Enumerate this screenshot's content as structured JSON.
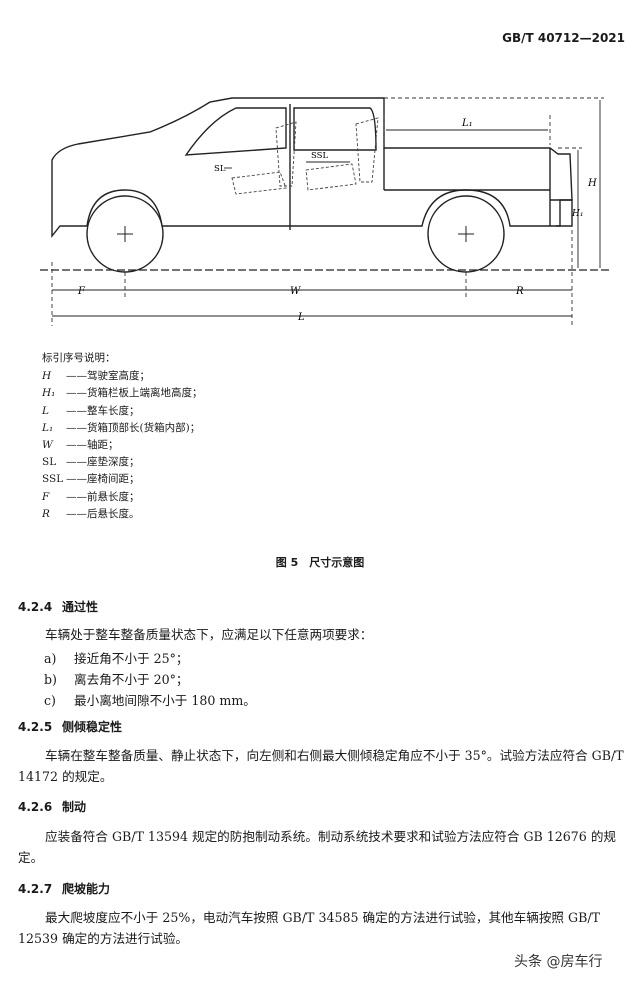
{
  "header": {
    "standard_code": "GB/T 40712—2021"
  },
  "diagram": {
    "labels": {
      "L1": "L₁",
      "SSL": "SSL",
      "SL": "SL",
      "H": "H",
      "H1": "H₁",
      "F": "F",
      "W": "W",
      "R": "R",
      "L": "L"
    }
  },
  "legend": {
    "title": "标引序号说明：",
    "items": [
      {
        "symbol": "H",
        "desc": "——驾驶室高度；"
      },
      {
        "symbol": "H₁",
        "desc": "——货箱栏板上端离地高度；"
      },
      {
        "symbol": "L",
        "desc": "——整车长度；"
      },
      {
        "symbol": "L₁",
        "desc": "——货箱顶部长(货箱内部)；"
      },
      {
        "symbol": "W",
        "desc": "——轴距；"
      },
      {
        "symbol": "SL",
        "desc": "——座垫深度；"
      },
      {
        "symbol": "SSL",
        "desc": "——座椅间距；"
      },
      {
        "symbol": "F",
        "desc": "——前悬长度；"
      },
      {
        "symbol": "R",
        "desc": "——后悬长度。"
      }
    ]
  },
  "figure_caption": "图 5　尺寸示意图",
  "sections": {
    "s424": {
      "number": "4.2.4",
      "title": "通过性",
      "intro": "车辆处于整车整备质量状态下，应满足以下任意两项要求：",
      "items": [
        {
          "label": "a)",
          "text": "接近角不小于 25°；"
        },
        {
          "label": "b)",
          "text": "离去角不小于 20°；"
        },
        {
          "label": "c)",
          "text": "最小离地间隙不小于 180 mm。"
        }
      ]
    },
    "s425": {
      "number": "4.2.5",
      "title": "侧倾稳定性",
      "text": "车辆在整车整备质量、静止状态下，向左侧和右侧最大侧倾稳定角应不小于 35°。试验方法应符合 GB/T 14172 的规定。"
    },
    "s426": {
      "number": "4.2.6",
      "title": "制动",
      "text": "应装备符合 GB/T 13594 规定的防抱制动系统。制动系统技术要求和试验方法应符合 GB 12676 的规定。"
    },
    "s427": {
      "number": "4.2.7",
      "title": "爬坡能力",
      "text": "最大爬坡度应不小于 25%，电动汽车按照 GB/T 34585 确定的方法进行试验，其他车辆按照 GB/T 12539 确定的方法进行试验。"
    }
  },
  "watermark": "头条 @房车行"
}
